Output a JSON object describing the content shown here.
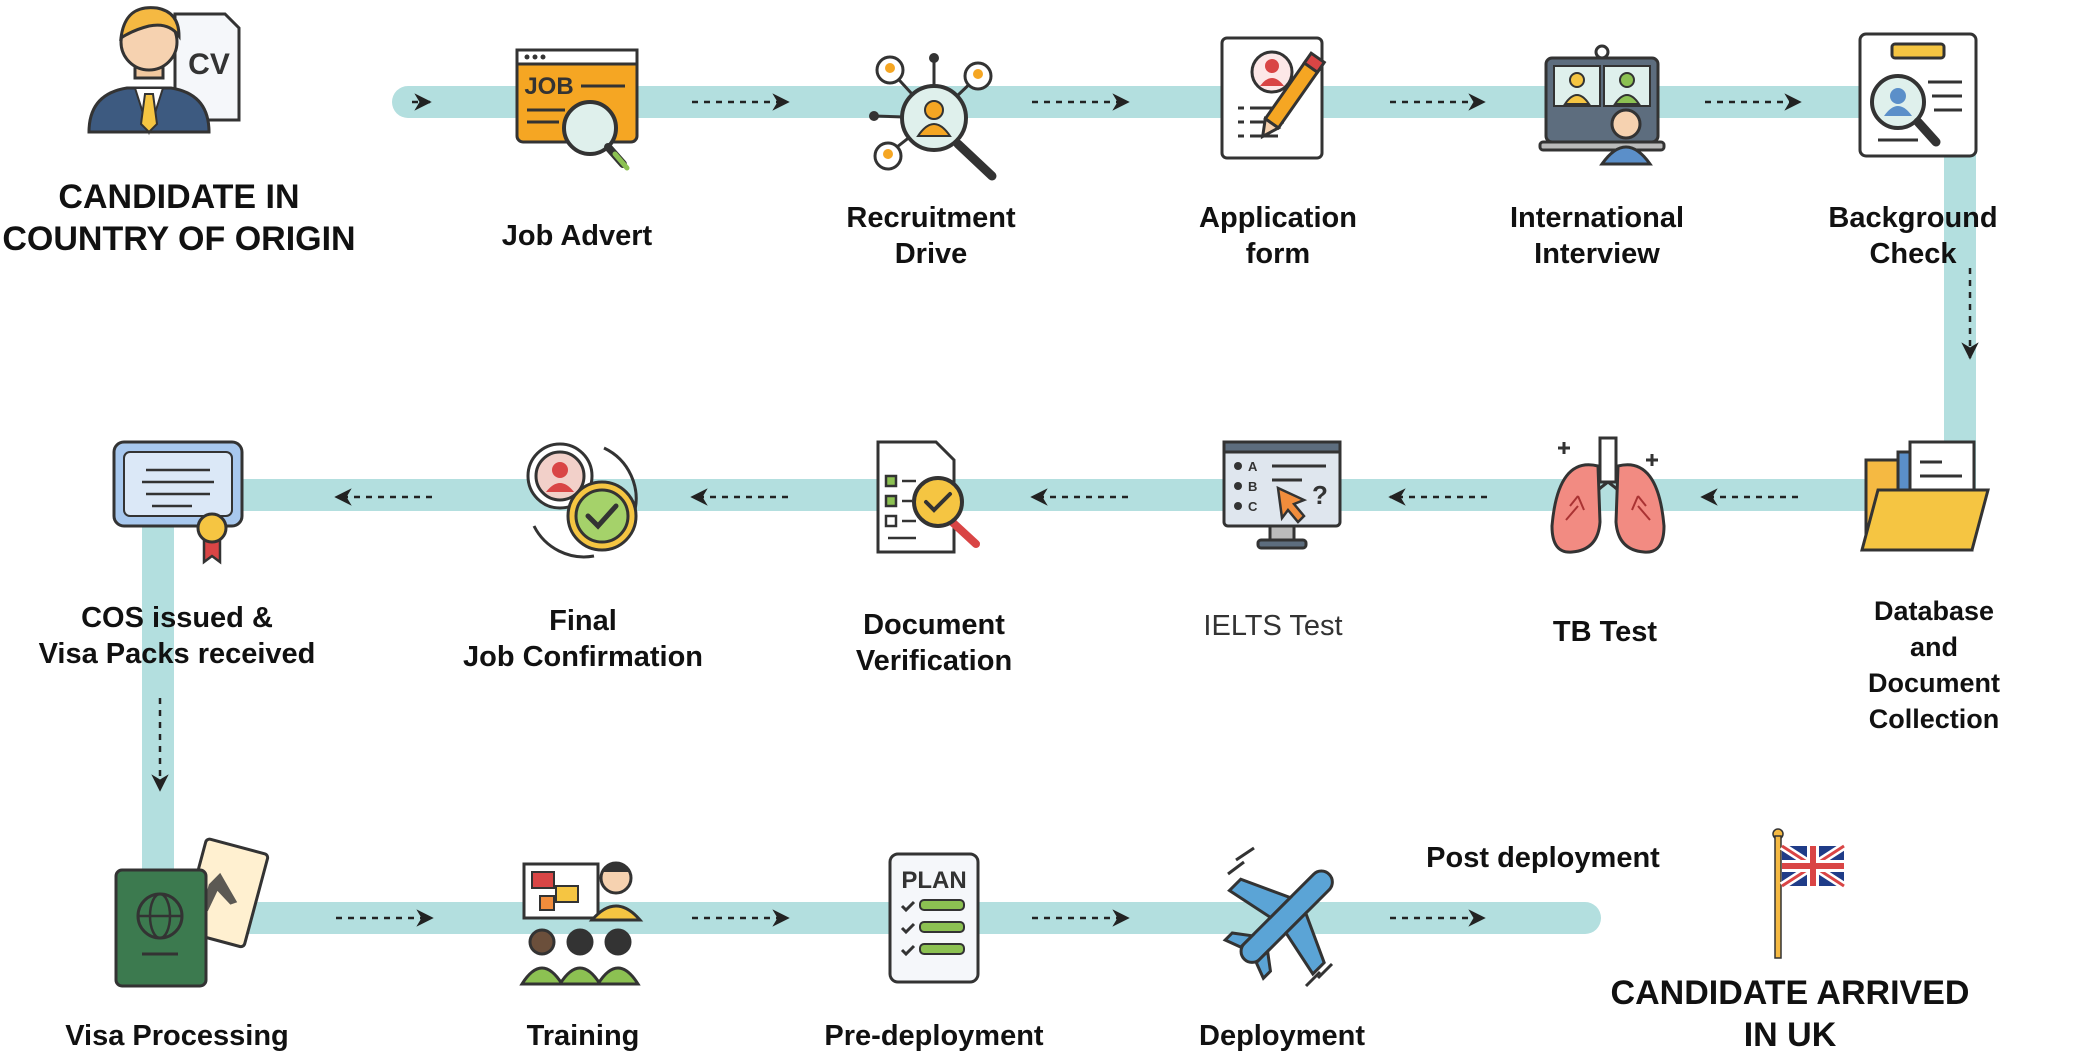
{
  "origin_label": "CANDIDATE IN\nCOUNTRY OF ORIGIN",
  "end_label": "CANDIDATE ARRIVED\nIN UK",
  "post_deployment_label": "Post deployment",
  "colors": {
    "track": "#b3dfdf",
    "text": "#111111",
    "arrow": "#222222",
    "icon_outline": "#333333",
    "orange": "#f5a623",
    "blue": "#5b8fc9",
    "green": "#8cc152",
    "red": "#d94545"
  },
  "steps": [
    {
      "label": "Job Advert",
      "icon": "job-advert-icon"
    },
    {
      "label": "Recruitment\nDrive",
      "icon": "recruitment-network-icon"
    },
    {
      "label": "Application\nform",
      "icon": "application-form-icon"
    },
    {
      "label": "International\nInterview",
      "icon": "video-interview-icon"
    },
    {
      "label": "Background\nCheck",
      "icon": "background-check-icon"
    },
    {
      "label": "Database and\nDocument Collection",
      "icon": "folder-icon"
    },
    {
      "label": "TB Test",
      "icon": "lungs-icon"
    },
    {
      "label": "IELTS Test",
      "icon": "computer-test-icon"
    },
    {
      "label": "Document\nVerification",
      "icon": "document-check-icon"
    },
    {
      "label": "Final\nJob Confirmation",
      "icon": "confirmation-check-icon"
    },
    {
      "label": "COS issued &\nVisa Packs received",
      "icon": "certificate-icon"
    },
    {
      "label": "Visa Processing",
      "icon": "passport-icon"
    },
    {
      "label": "Training",
      "icon": "training-icon"
    },
    {
      "label": "Pre-deployment",
      "icon": "plan-checklist-icon"
    },
    {
      "label": "Deployment",
      "icon": "airplane-icon"
    }
  ],
  "icons": {
    "origin": "cv-candidate-icon",
    "end": "uk-flag-icon"
  },
  "icon_text": {
    "cv": "CV",
    "job": "JOB",
    "plan": "PLAN",
    "abc": [
      "A",
      "B",
      "C"
    ]
  }
}
